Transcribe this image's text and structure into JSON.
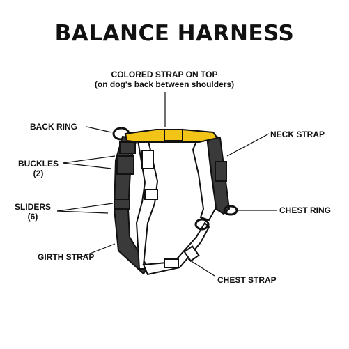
{
  "title": "BALANCE HARNESS",
  "labels": {
    "colored_strap_line1": "COLORED STRAP ON TOP",
    "colored_strap_line2": "(on dog's back between shoulders)",
    "back_ring": "BACK RING",
    "buckles": "BUCKLES",
    "buckles_count": "(2)",
    "sliders": "SLIDERS",
    "sliders_count": "(6)",
    "girth_strap": "GIRTH STRAP",
    "neck_strap": "NECK STRAP",
    "chest_ring": "CHEST RING",
    "chest_strap": "CHEST STRAP"
  },
  "colors": {
    "top_strap": "#f2c418",
    "dark_strap": "#3a3a3a",
    "light_strap": "#ffffff",
    "outline": "#111111"
  }
}
